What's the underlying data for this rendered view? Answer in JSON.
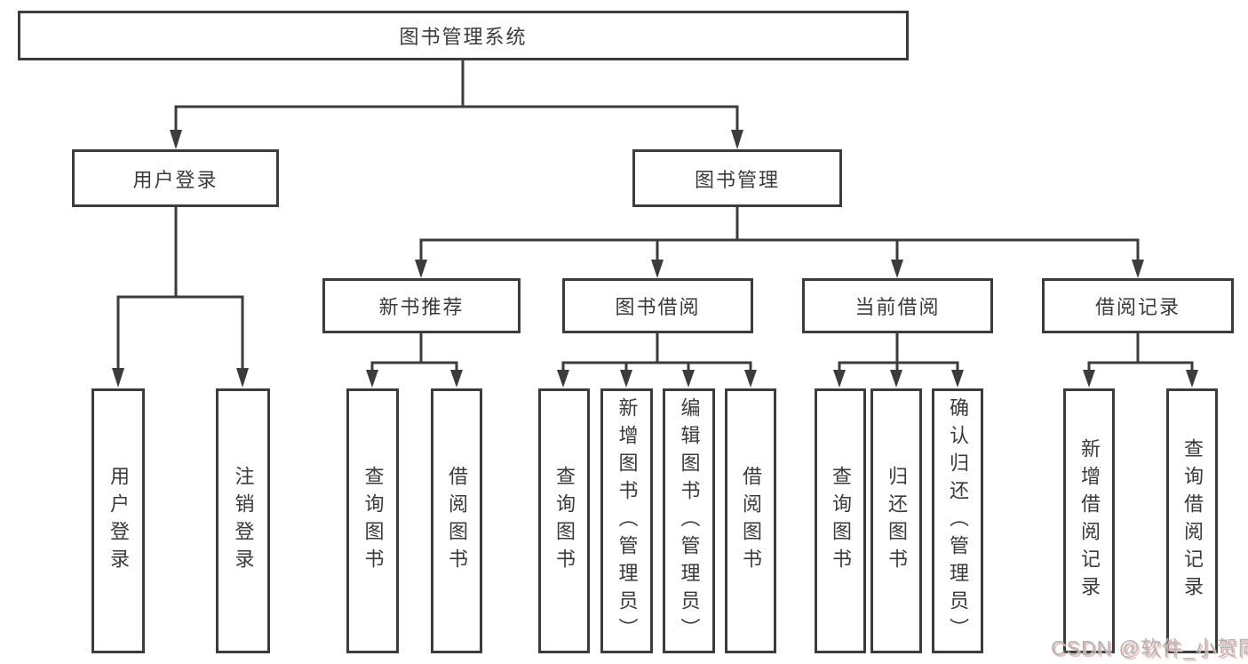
{
  "diagram_title": "图书管理系统",
  "nodes": {
    "root": "图书管理系统",
    "user_login": "用户登录",
    "book_mgmt": "图书管理",
    "new_book_rec": "新书推荐",
    "book_borrow": "图书借阅",
    "current_borrow": "当前借阅",
    "borrow_record": "借阅记录",
    "leaf_user_login": "用户登录",
    "leaf_logout": "注销登录",
    "leaf_rec_query": "查询图书",
    "leaf_rec_borrow": "借阅图书",
    "leaf_bb_query": "查询图书",
    "leaf_bb_add": "新增图书（管理员）",
    "leaf_bb_edit": "编辑图书（管理员）",
    "leaf_bb_borrow": "借阅图书",
    "leaf_cb_query": "查询图书",
    "leaf_cb_return": "归还图书",
    "leaf_cb_confirm": "确认归还（管理员）",
    "leaf_br_add": "新增借阅记录",
    "leaf_br_query": "查询借阅记录"
  },
  "hierarchy": {
    "图书管理系统": {
      "用户登录": [
        "用户登录",
        "注销登录"
      ],
      "图书管理": {
        "新书推荐": [
          "查询图书",
          "借阅图书"
        ],
        "图书借阅": [
          "查询图书",
          "新增图书（管理员）",
          "编辑图书（管理员）",
          "借阅图书"
        ],
        "当前借阅": [
          "查询图书",
          "归还图书",
          "确认归还（管理员）"
        ],
        "借阅记录": [
          "新增借阅记录",
          "查询借阅记录"
        ]
      }
    }
  },
  "watermark": "CSDN @软件_小贺同学",
  "colors": {
    "line": "#3c3c3c",
    "text": "#3a3a3a",
    "background": "#ffffff",
    "watermark_text": "#b5b5b5",
    "watermark_shadow": "#e5b8b4"
  }
}
